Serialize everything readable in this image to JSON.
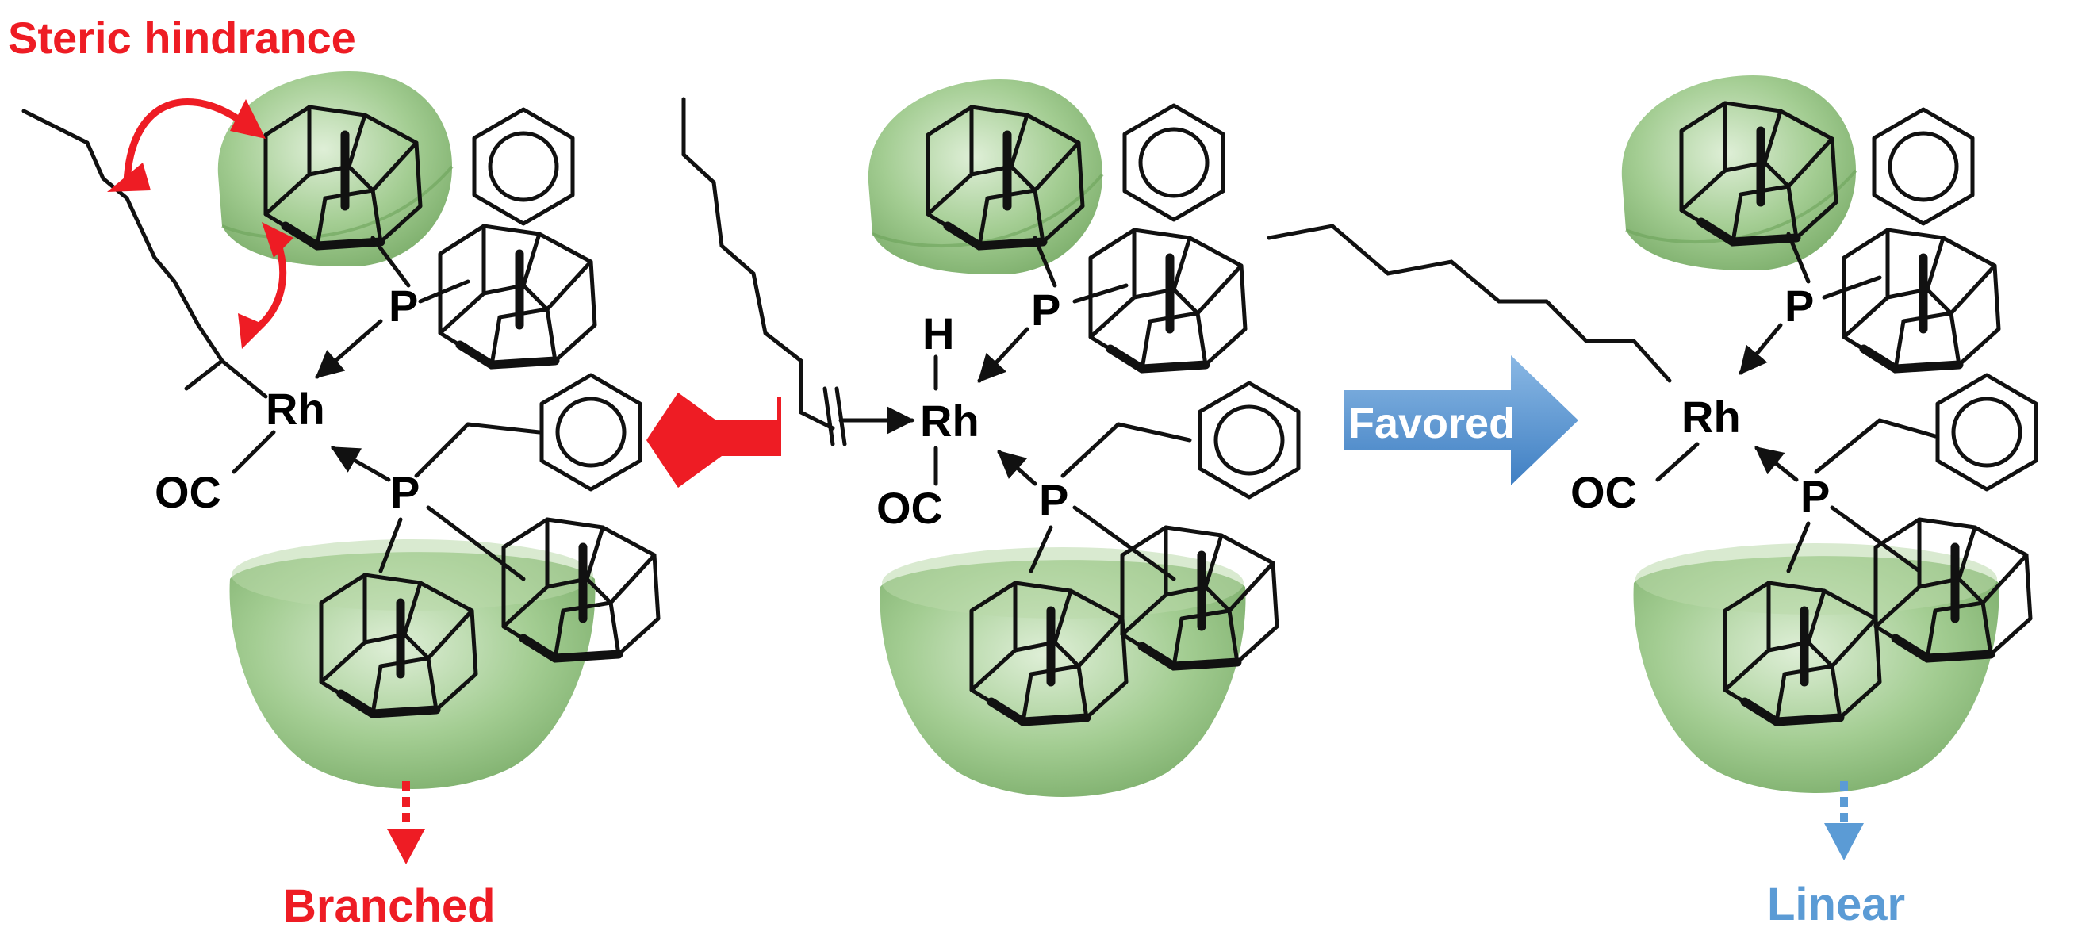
{
  "labels": {
    "steric": "Steric hindrance",
    "branched": "Branched",
    "favored": "Favored",
    "linear": "Linear"
  },
  "atoms": {
    "rh": "Rh",
    "p": "P",
    "oc": "OC",
    "h": "H"
  },
  "colors": {
    "red": "#ee1c24",
    "blue": "#5b9bd5",
    "green_cone": "#7fb56a",
    "bond": "#111111"
  }
}
